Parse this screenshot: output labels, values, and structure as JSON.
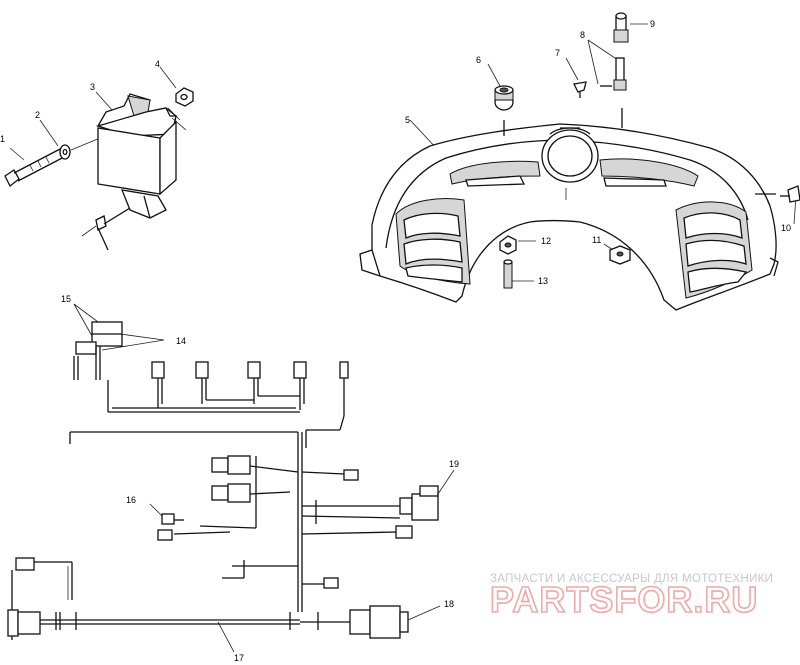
{
  "callouts": {
    "c1": "1",
    "c2": "2",
    "c3": "3",
    "c4": "4",
    "c5": "5",
    "c6": "6",
    "c7": "7",
    "c8": "8",
    "c9": "9",
    "c10": "10",
    "c11": "11",
    "c12": "12",
    "c13": "13",
    "c14": "14",
    "c15": "15",
    "c16": "16",
    "c17": "17",
    "c18": "18",
    "c19": "19"
  },
  "watermark": {
    "tagline": "ЗАПЧАСТИ И АКСЕССУАРЫ ДЛЯ МОТОТЕХНИКИ",
    "logo": "PARTSFOR.RU"
  },
  "colors": {
    "line": "#111111",
    "watermark_logo": "#f0a8a8",
    "watermark_text": "#c8c8c8"
  }
}
